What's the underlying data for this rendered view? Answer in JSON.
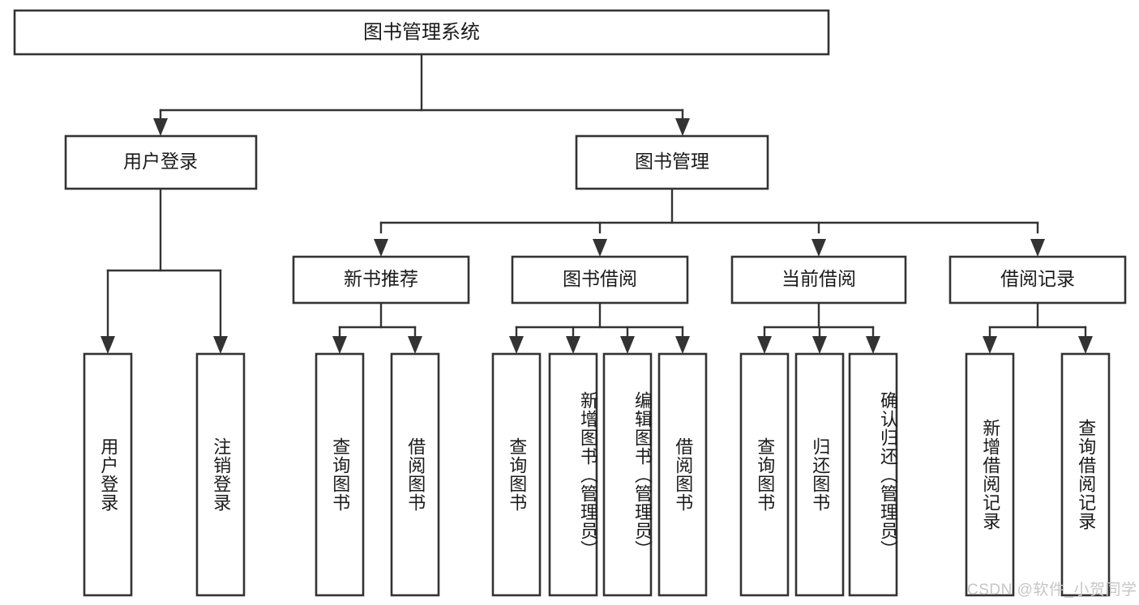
{
  "diagram": {
    "type": "tree-hierarchy-flowchart",
    "title": "图书管理系统",
    "colors": {
      "box_stroke": "#333333",
      "box_fill": "#ffffff",
      "connector": "#333333",
      "text": "#1a1a1a",
      "background": "#ffffff",
      "watermark": "#c6c6c6"
    },
    "levels": {
      "root": {
        "label": "图书管理系统"
      },
      "level2": [
        {
          "id": "user-login",
          "label": "用户登录"
        },
        {
          "id": "book-management",
          "label": "图书管理"
        }
      ],
      "level3": [
        {
          "id": "new-book-recommend",
          "label": "新书推荐",
          "parent": "book-management"
        },
        {
          "id": "book-borrow",
          "label": "图书借阅",
          "parent": "book-management"
        },
        {
          "id": "current-borrow",
          "label": "当前借阅",
          "parent": "book-management"
        },
        {
          "id": "borrow-record",
          "label": "借阅记录",
          "parent": "book-management"
        }
      ],
      "leaves": [
        {
          "id": "leaf-user-login",
          "label": "用户登录",
          "parent": "user-login"
        },
        {
          "id": "leaf-logout-login",
          "label": "注销登录",
          "parent": "user-login"
        },
        {
          "id": "leaf-query-book-1",
          "label": "查询图书",
          "parent": "new-book-recommend"
        },
        {
          "id": "leaf-borrow-book-1",
          "label": "借阅图书",
          "parent": "new-book-recommend"
        },
        {
          "id": "leaf-query-book-2",
          "label": "查询图书",
          "parent": "book-borrow"
        },
        {
          "id": "leaf-add-book",
          "label": "新增图书（管理员）",
          "parent": "book-borrow"
        },
        {
          "id": "leaf-edit-book",
          "label": "编辑图书（管理员）",
          "parent": "book-borrow"
        },
        {
          "id": "leaf-borrow-book-2",
          "label": "借阅图书",
          "parent": "book-borrow"
        },
        {
          "id": "leaf-query-book-3",
          "label": "查询图书",
          "parent": "current-borrow"
        },
        {
          "id": "leaf-return-book",
          "label": "归还图书",
          "parent": "current-borrow"
        },
        {
          "id": "leaf-confirm-return",
          "label": "确认归还（管理员）",
          "parent": "current-borrow"
        },
        {
          "id": "leaf-add-record",
          "label": "新增借阅记录",
          "parent": "borrow-record"
        },
        {
          "id": "leaf-query-record",
          "label": "查询借阅记录",
          "parent": "borrow-record"
        }
      ]
    },
    "watermark": "CSDN @软件_小贺同学"
  }
}
